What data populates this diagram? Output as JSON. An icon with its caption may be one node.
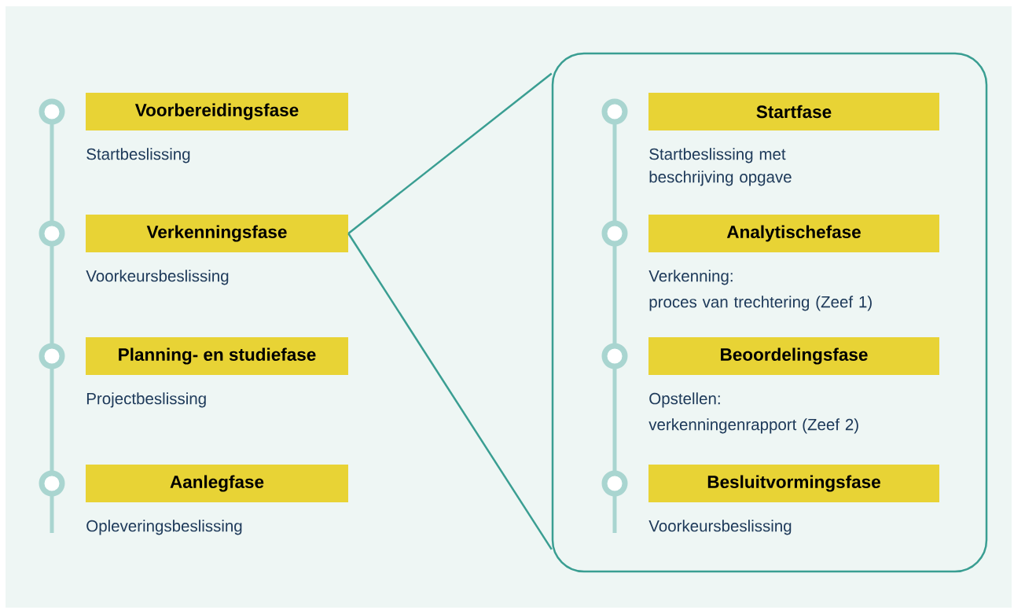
{
  "diagram": {
    "nodes": [
      {
        "text": [
          "Voorbereidingsfase"
        ],
        "beside": [
          "Startbeslissing"
        ]
      },
      {
        "text": [
          "Verkenningsfase"
        ],
        "beside": [
          "Voorkeursbeslissing"
        ]
      },
      {
        "text": [
          "Planning- en studiefase"
        ],
        "beside": [
          "Projectbeslissing"
        ]
      },
      {
        "text": [
          "Aanlegfase"
        ],
        "beside": [
          "Opleveringsbeslissing"
        ]
      },
      {
        "text": [],
        "shape": "box"
      },
      {
        "text": [
          "Startfase"
        ],
        "in": 4,
        "beside": [
          "Startbeslissing met beschrijving opgave"
        ]
      },
      {
        "text": [
          "Analytischefase"
        ],
        "in": 4,
        "beside": [
          "Verkenning:",
          "proces van trechtering (Zeef 1)"
        ]
      },
      {
        "text": [
          "Beoordelingsfase"
        ],
        "in": 4,
        "beside": [
          "Opstellen:",
          "verkenningenrapport (Zeef 2)"
        ]
      },
      {
        "text": [
          "Besluitvormingsfase"
        ],
        "in": 4,
        "beside": [
          "Voorkeursbeslissing"
        ]
      }
    ],
    "edges": [
      {
        "from": 1,
        "to": 4,
        "arrow": "none"
      },
      {
        "from": 1,
        "to": 4,
        "arrow": "none"
      }
    ]
  }
}
